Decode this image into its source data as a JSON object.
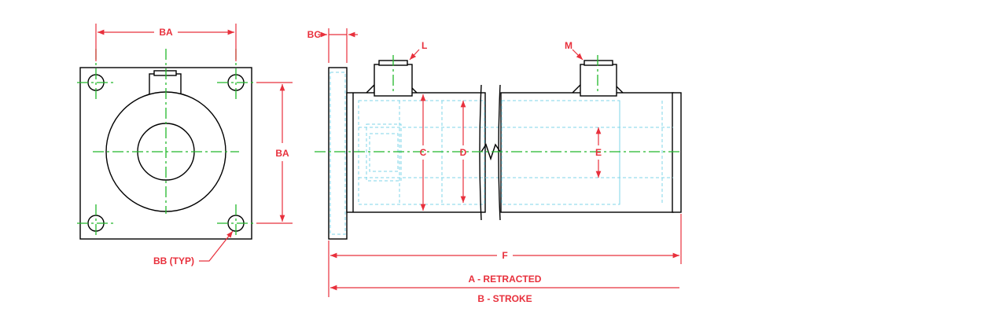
{
  "labels": {
    "ba_top": "BA",
    "ba_side": "BA",
    "bb": "BB (TYP)",
    "bc": "BC",
    "l": "L",
    "m": "M",
    "c": "C",
    "d": "D",
    "e": "E",
    "f": "F",
    "a": "A - RETRACTED",
    "b": "B - STROKE"
  },
  "colors": {
    "dimension": "#e8303c",
    "centerline": "#22b82b",
    "hidden_line": "#7fd6ea",
    "outline": "#000000"
  }
}
